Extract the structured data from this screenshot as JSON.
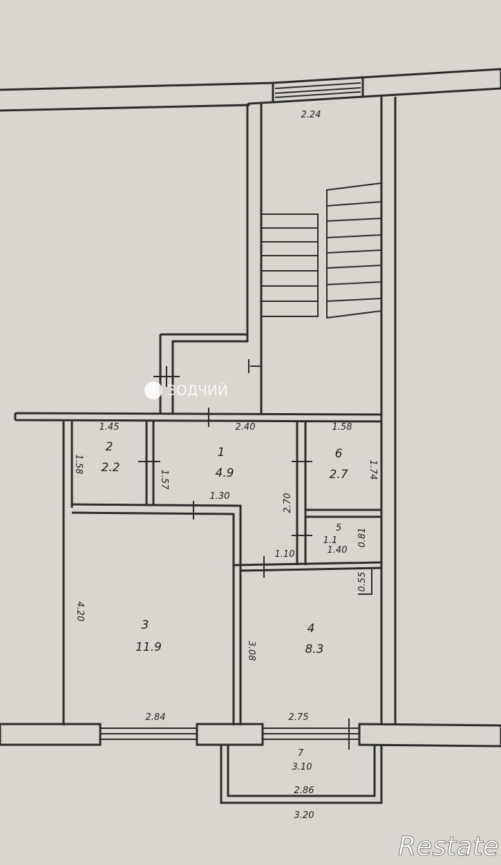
{
  "rooms": [
    {
      "id": "1",
      "area": "4.9"
    },
    {
      "id": "2",
      "area": "2.2"
    },
    {
      "id": "3",
      "area": "11.9"
    },
    {
      "id": "4",
      "area": "8.3"
    },
    {
      "id": "5",
      "area": "1.40"
    },
    {
      "id": "6",
      "area": "2.7"
    },
    {
      "id": "7",
      "area": "3.10"
    }
  ],
  "dimensions": {
    "stair_window": "2.24",
    "room2_top": "1.45",
    "corridor_top": "2.40",
    "room6_top": "1.58",
    "room2_side": "1.58",
    "room2_inner": "1.57",
    "room6_side": "1.74",
    "corridor_wall": "2.70",
    "room3_top": "1.30",
    "room5_side": "0.81",
    "room5_top": "1.10",
    "room5_inner": "1.1",
    "room4_step": "0.55",
    "room3_side": "4.20",
    "room4_side": "3.08",
    "room3_bottom": "2.84",
    "room4_bottom": "2.75",
    "balcony_inner": "2.86",
    "balcony_outer": "3.20"
  },
  "watermarks": {
    "center": "ЗОДЧИЙ",
    "brand": "Restate"
  }
}
